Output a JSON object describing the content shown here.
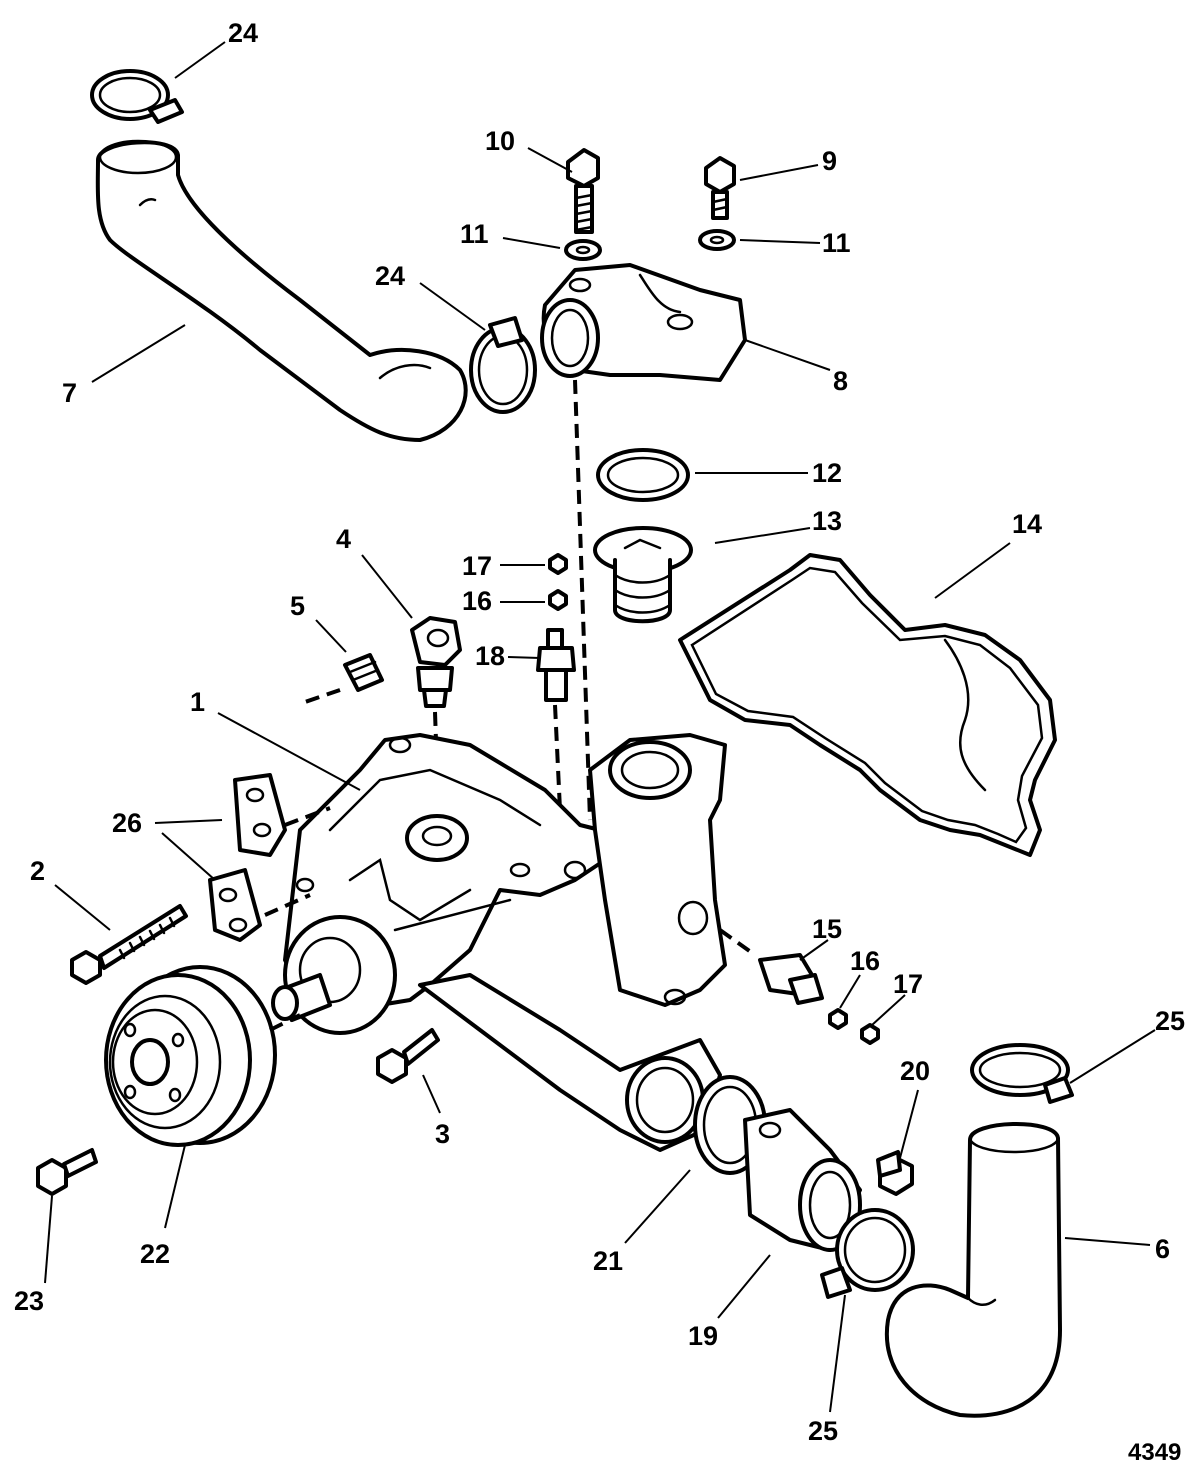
{
  "callouts": [
    "24",
    "10",
    "9",
    "11",
    "11",
    "24",
    "7",
    "8",
    "12",
    "13",
    "14",
    "4",
    "17",
    "16",
    "5",
    "18",
    "1",
    "26",
    "2",
    "15",
    "16",
    "17",
    "25",
    "20",
    "3",
    "22",
    "23",
    "21",
    "6",
    "19",
    "25"
  ],
  "reference_number": "4349"
}
